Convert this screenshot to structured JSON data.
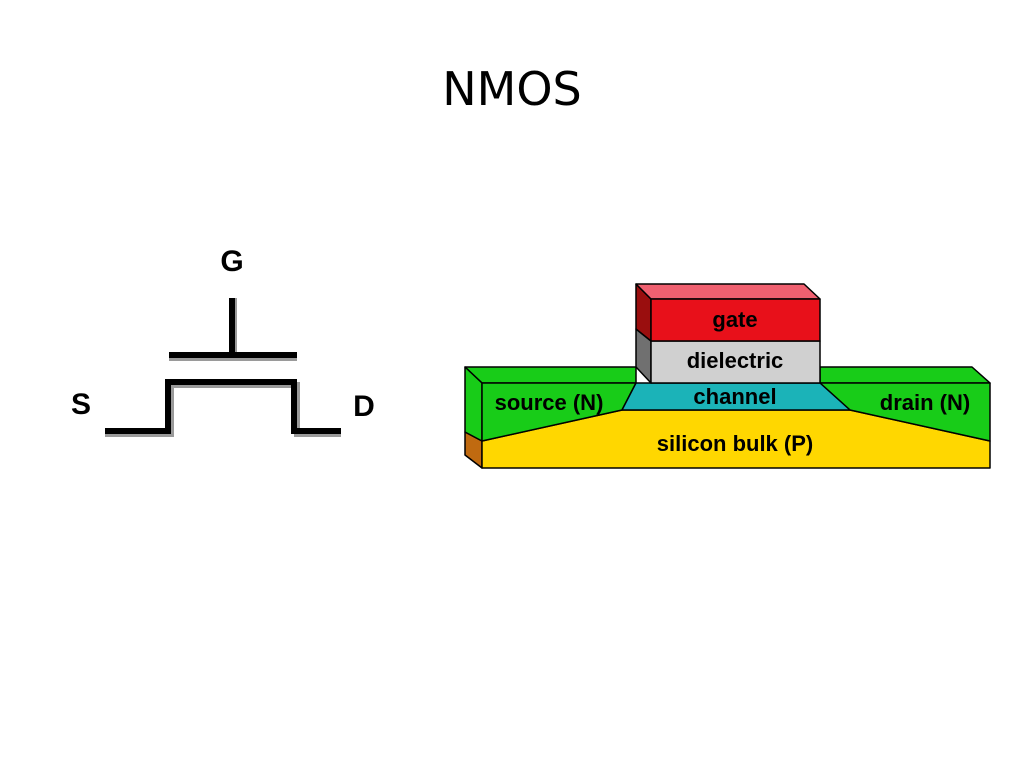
{
  "slide": {
    "title": "NMOS"
  },
  "symbol": {
    "gate_label": "G",
    "source_label": "S",
    "drain_label": "D"
  },
  "cross_section": {
    "gate": "gate",
    "dielectric": "dielectric",
    "channel": "channel",
    "source": "source (N)",
    "drain": "drain (N)",
    "bulk": "silicon bulk (P)"
  },
  "colors": {
    "gate": "#E8101A",
    "gate_top": "#F06070",
    "gate_side": "#9A0E0E",
    "dielectric": "#D0D0D0",
    "dielectric_side": "#707070",
    "channel": "#1BB3B8",
    "source_drain": "#18CC18",
    "bulk": "#FFD700",
    "bulk_side": "#C06A10"
  }
}
